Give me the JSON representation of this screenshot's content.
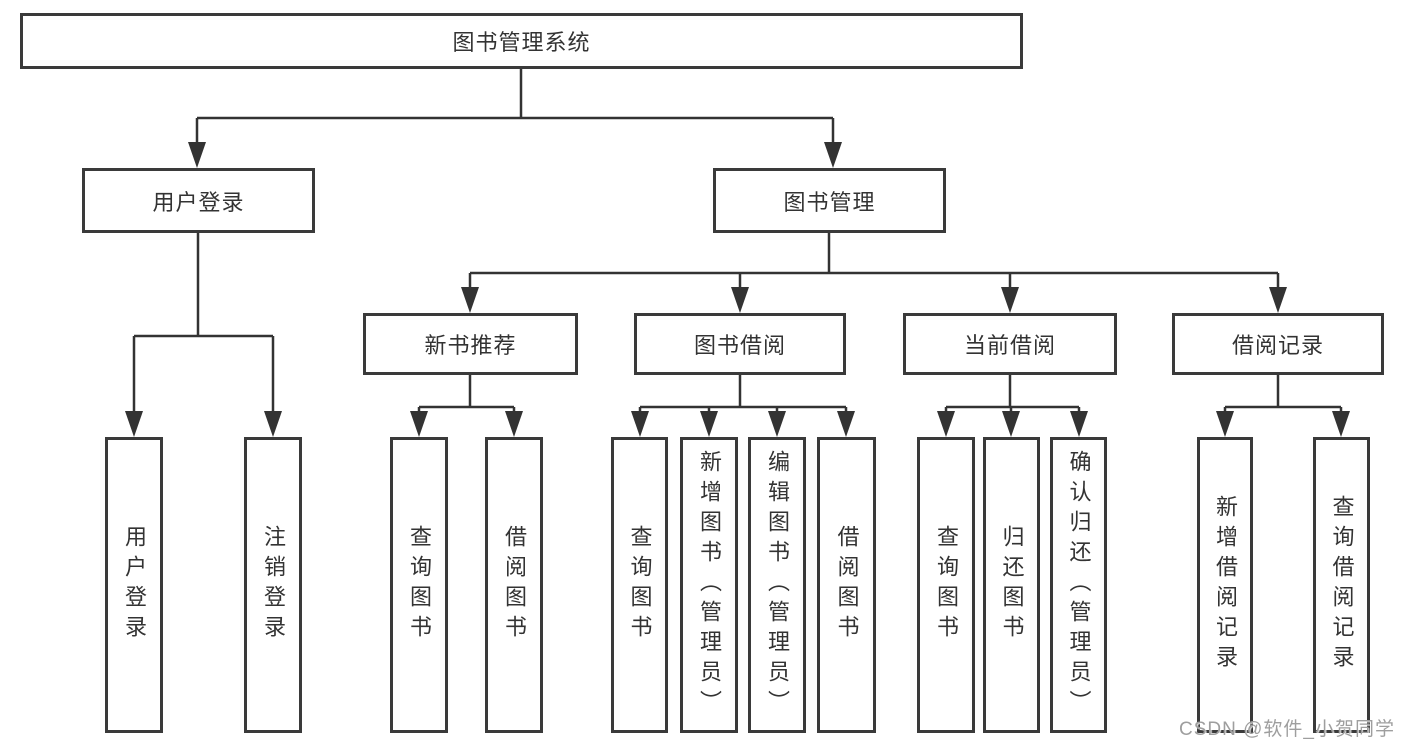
{
  "tree": {
    "root": "图书管理系统",
    "branches": [
      {
        "label": "用户登录",
        "children": [
          "用户登录",
          "注销登录"
        ]
      },
      {
        "label": "图书管理",
        "groups": [
          {
            "label": "新书推荐",
            "children": [
              "查询图书",
              "借阅图书"
            ]
          },
          {
            "label": "图书借阅",
            "children": [
              "查询图书",
              "新增图书（管理员）",
              "编辑图书（管理员）",
              "借阅图书"
            ]
          },
          {
            "label": "当前借阅",
            "children": [
              "查询图书",
              "归还图书",
              "确认归还（管理员）"
            ]
          },
          {
            "label": "借阅记录",
            "children": [
              "新增借阅记录",
              "查询借阅记录"
            ]
          }
        ]
      }
    ]
  },
  "watermark": {
    "text": "CSDN @软件_小贺同学"
  },
  "colors": {
    "line": "#333333",
    "box_border": "#3a3a3a",
    "background": "#ffffff",
    "watermark": "#9e9e9e"
  }
}
